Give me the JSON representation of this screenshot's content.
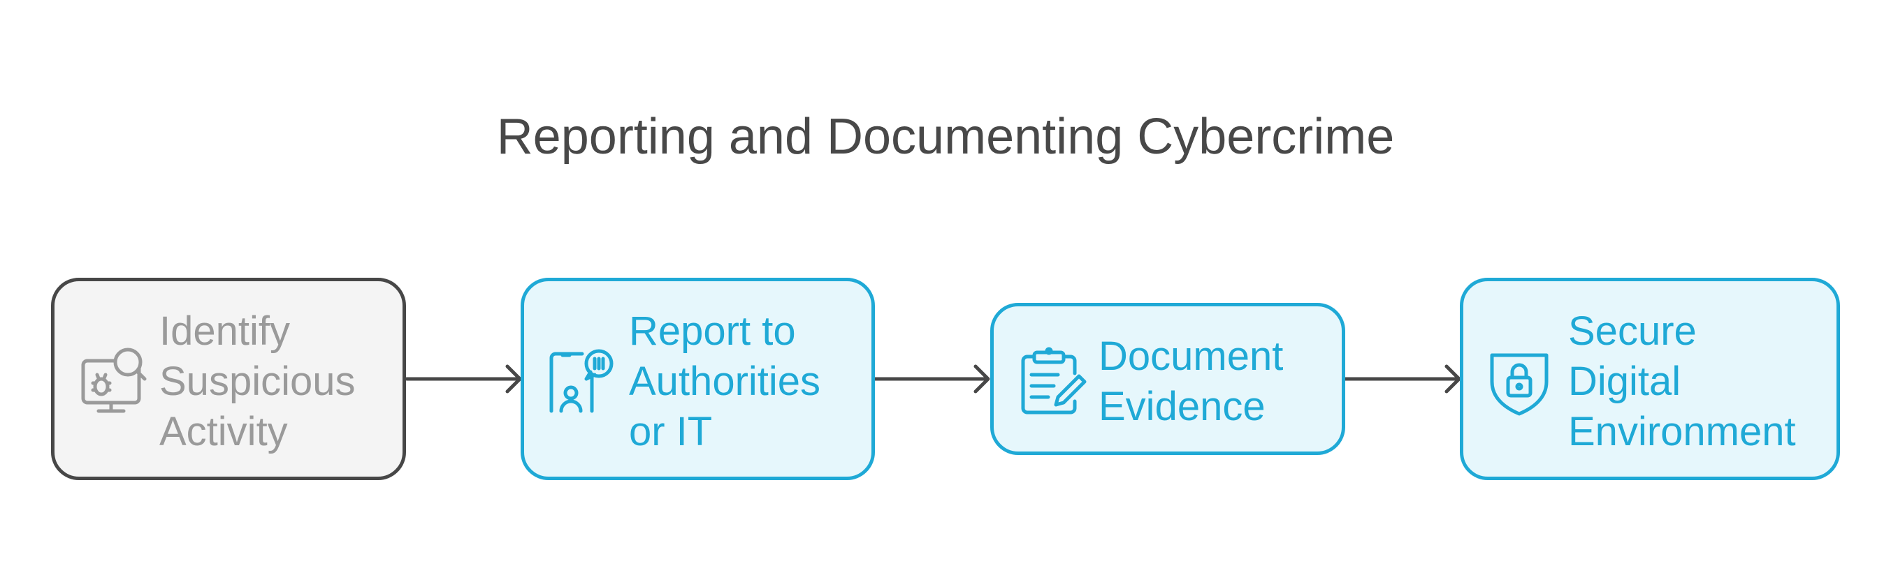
{
  "title": "Reporting and Documenting Cybercrime",
  "colors": {
    "accent": "#1fa9d6",
    "accent_fill": "#e6f7fc",
    "muted_border": "#474747",
    "muted_fill": "#f4f4f4",
    "muted_text": "#9a9a9a",
    "title_text": "#484848",
    "connector": "#474747"
  },
  "steps": [
    {
      "icon": "bug-search-monitor-icon",
      "lines": [
        "Identify",
        "Suspicious",
        "Activity"
      ],
      "state": "inactive"
    },
    {
      "icon": "report-phone-chat-icon",
      "lines": [
        "Report to",
        "Authorities",
        "or IT"
      ],
      "state": "active"
    },
    {
      "icon": "clipboard-pencil-icon",
      "lines": [
        "Document",
        "Evidence"
      ],
      "state": "active"
    },
    {
      "icon": "shield-lock-icon",
      "lines": [
        "Secure",
        "Digital",
        "Environment"
      ],
      "state": "active"
    }
  ]
}
